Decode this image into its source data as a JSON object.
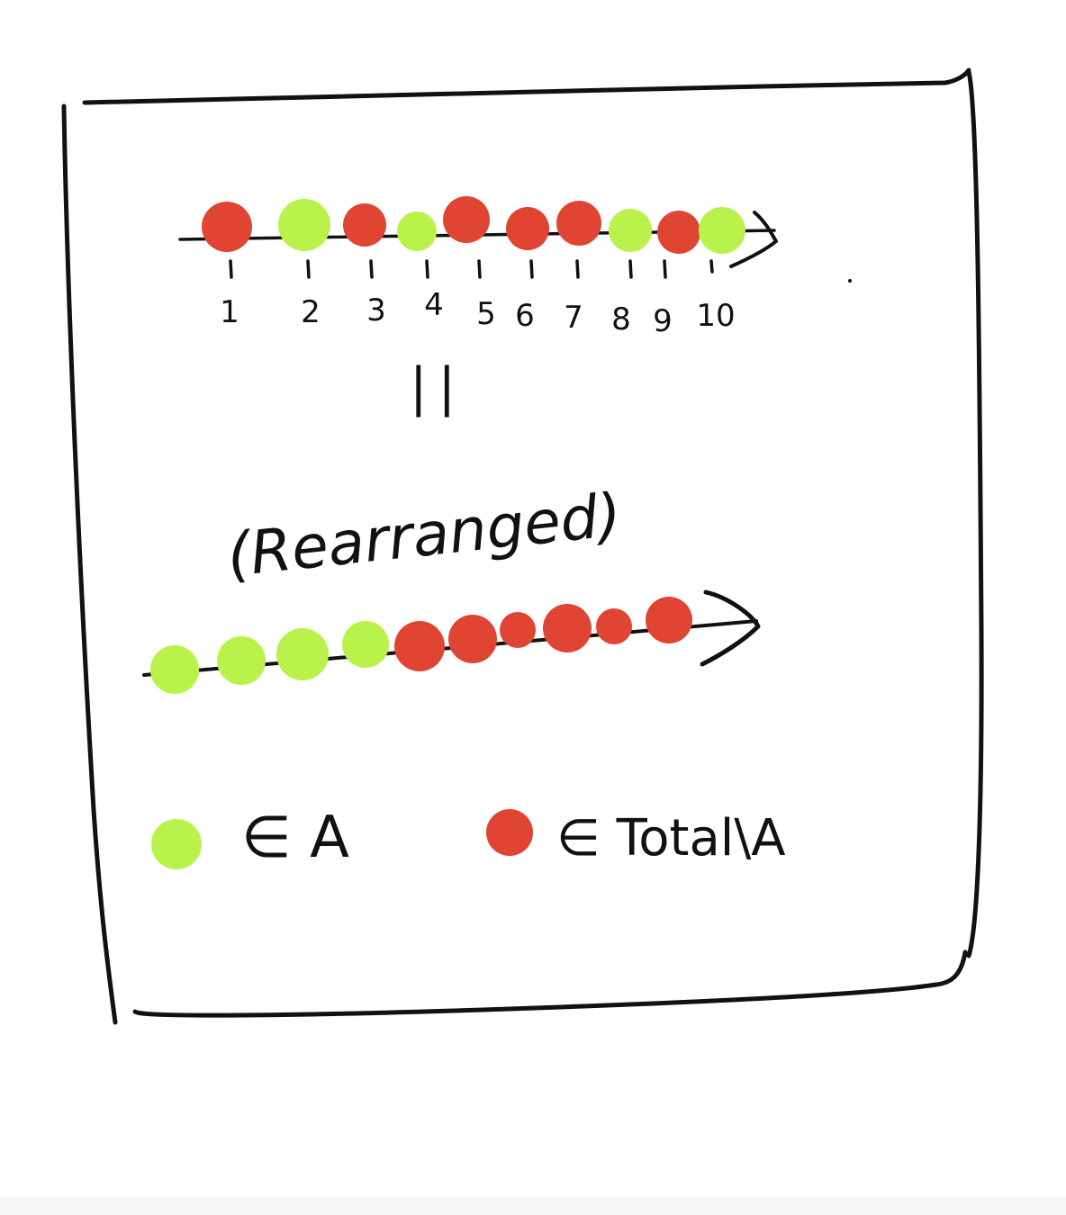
{
  "colors": {
    "in_a": "#b9f24a",
    "not_in_a": "#e04433",
    "ink": "#111111"
  },
  "number_line": {
    "ticks": [
      "1",
      "2",
      "3",
      "4",
      "5",
      "6",
      "7",
      "8",
      "9",
      "10"
    ],
    "dot_sets": [
      "not_in_a",
      "in_a",
      "not_in_a",
      "in_a",
      "not_in_a",
      "not_in_a",
      "not_in_a",
      "in_a",
      "not_in_a",
      "in_a"
    ],
    "equals_mark": "||"
  },
  "rearranged": {
    "label": "(Rearranged)",
    "dot_sets": [
      "in_a",
      "in_a",
      "in_a",
      "in_a",
      "not_in_a",
      "not_in_a",
      "not_in_a",
      "not_in_a",
      "not_in_a",
      "not_in_a"
    ]
  },
  "legend": [
    {
      "set": "in_a",
      "label": "∈ A"
    },
    {
      "set": "not_in_a",
      "label": "∈ Total\\A"
    }
  ]
}
